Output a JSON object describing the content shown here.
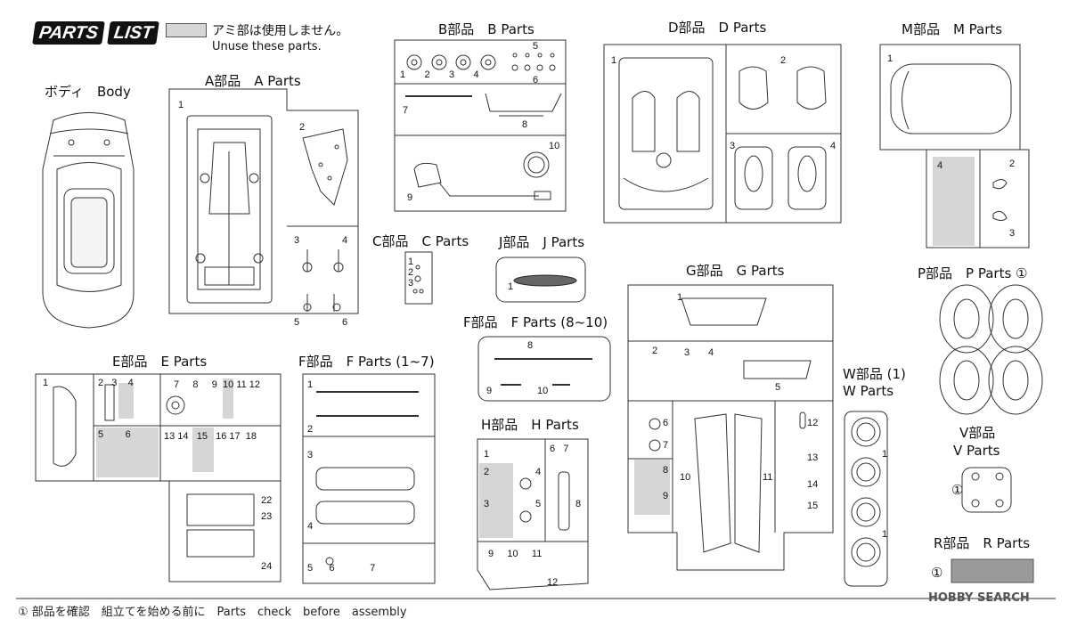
{
  "header": {
    "logo_parts": "PARTS",
    "logo_list": "LIST",
    "unused_jp": "アミ部は使用しません。",
    "unused_en": "Unuse these parts."
  },
  "sections": {
    "body": "ボディ　Body",
    "a": "A部品　A Parts",
    "b": "B部品　B Parts",
    "c": "C部品　C Parts",
    "d": "D部品　D Parts",
    "e": "E部品　E Parts",
    "f1": "F部品　F Parts (1~7)",
    "f2": "F部品　F Parts (8~10)",
    "g": "G部品　G Parts",
    "h": "H部品　H Parts",
    "j": "J部品　J Parts",
    "m": "M部品　M Parts",
    "p": "P部品　P Parts ①",
    "w1": "W部品 (1)",
    "w2": "W Parts",
    "v1": "V部品",
    "v2": "V Parts",
    "r": "R部品　R Parts"
  },
  "watermark": "HOBBY SEARCH",
  "footer_partial": "① 部品を確認　組立てを始める前に　Parts　check　before　assembly",
  "colors": {
    "unused": "#d6d6d6",
    "line": "#333333",
    "logo": "#111111"
  }
}
